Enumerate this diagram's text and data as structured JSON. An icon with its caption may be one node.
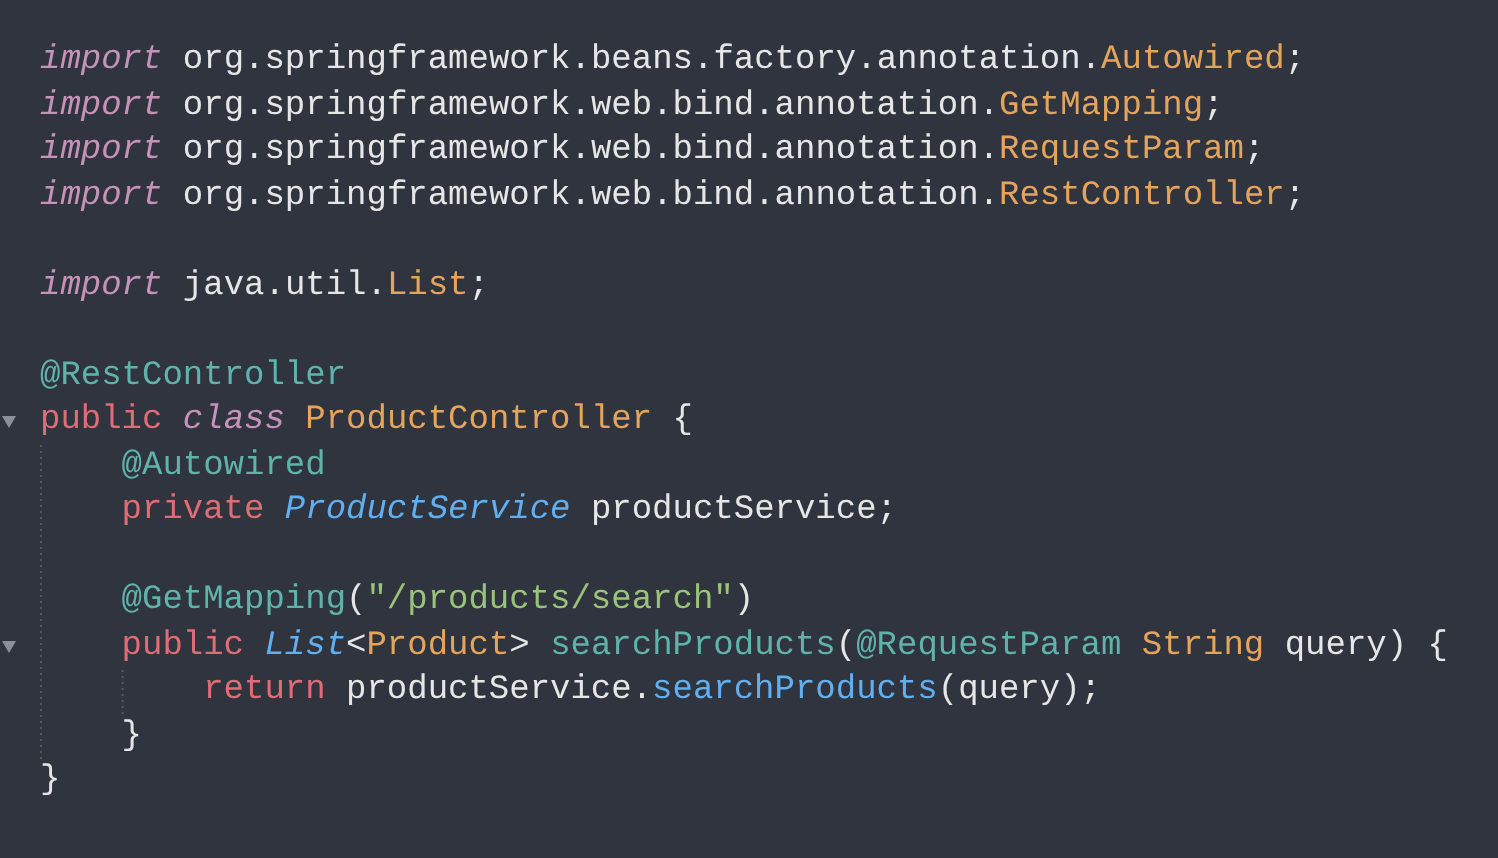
{
  "diagram": {
    "labels": [
      "import org.springframework.beans.factory.annotation.Autowired;",
      "import org.springframework.web.bind.annotation.GetMapping;",
      "import org.springframework.web.bind.annotation.RequestParam;",
      "import org.springframework.web.bind.annotation.RestController;",
      "import java.util.List;",
      "@RestController",
      "public class ProductController {",
      "@Autowired",
      "private ProductService productService;",
      "@GetMapping(\"/products/search\")",
      "public List<Product> searchProducts(@RequestParam String query) {",
      "return productService.searchProducts(query);",
      "}",
      "}"
    ]
  }
}
